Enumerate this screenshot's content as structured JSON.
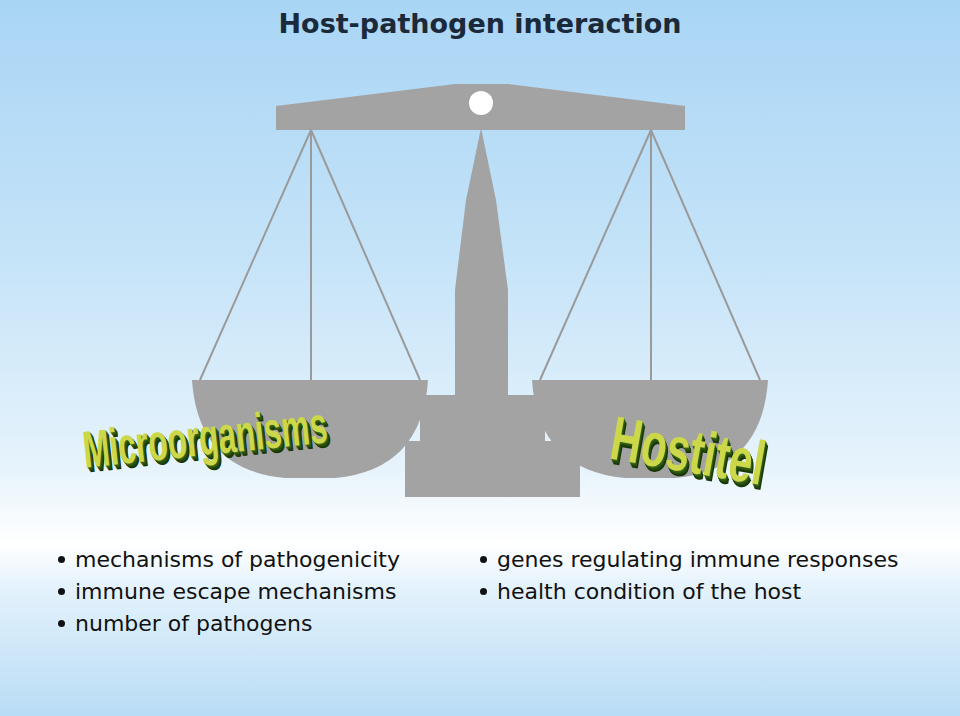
{
  "diagram": {
    "title": "Host-pathogen interaction",
    "labels": [
      "Microorganisms",
      "Hostitel",
      "mechanisms of pathogenicity",
      "immune escape mechanisms",
      "number of pathogens",
      "genes regulating immune responses",
      "health condition of the host"
    ]
  }
}
